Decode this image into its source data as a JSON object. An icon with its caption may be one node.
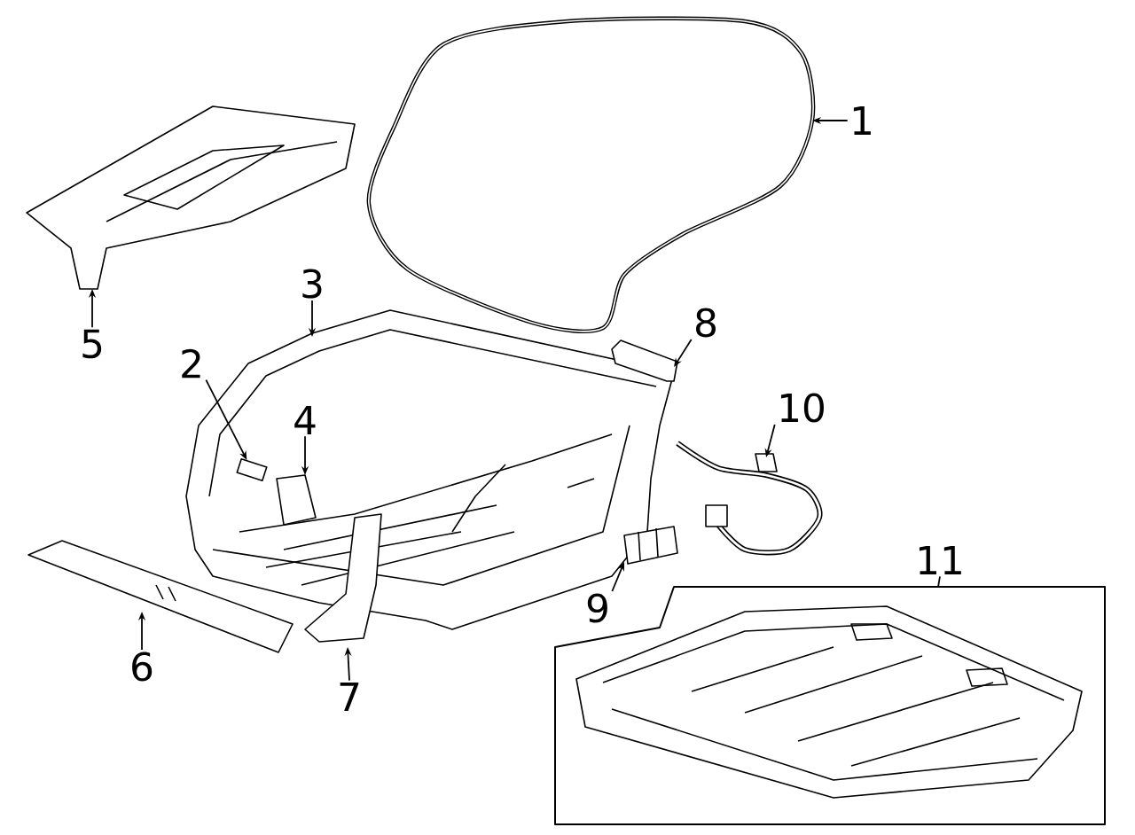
{
  "diagram": {
    "nodes": [
      {
        "text": [
          "1"
        ]
      },
      {
        "text": [
          "2"
        ]
      },
      {
        "text": [
          "3"
        ]
      },
      {
        "text": [
          "4"
        ]
      },
      {
        "text": [
          "5"
        ]
      },
      {
        "text": [
          "6"
        ]
      },
      {
        "text": [
          "7"
        ]
      },
      {
        "text": [
          "8"
        ]
      },
      {
        "text": [
          "9"
        ]
      },
      {
        "text": [
          "10"
        ]
      },
      {
        "text": [
          "11"
        ]
      },
      {
        "text": [],
        "shape": "box"
      },
      {
        "text": [],
        "shape": "picture"
      }
    ],
    "edges": [
      {
        "from": 0,
        "to": null,
        "arrow": "to"
      },
      {
        "from": 1,
        "to": 12,
        "arrow": "to"
      },
      {
        "from": 2,
        "to": null,
        "arrow": "to"
      },
      {
        "from": 3,
        "to": null,
        "arrow": "to"
      },
      {
        "from": 4,
        "to": null,
        "arrow": "to"
      },
      {
        "from": 5,
        "to": null,
        "arrow": "to"
      },
      {
        "from": 6,
        "to": null,
        "arrow": "to"
      },
      {
        "from": 7,
        "to": null,
        "arrow": "to"
      },
      {
        "from": 8,
        "to": null,
        "arrow": "to"
      },
      {
        "from": 9,
        "to": null,
        "arrow": "to"
      },
      {
        "from": 10,
        "to": 11,
        "arrow": "none"
      }
    ]
  }
}
